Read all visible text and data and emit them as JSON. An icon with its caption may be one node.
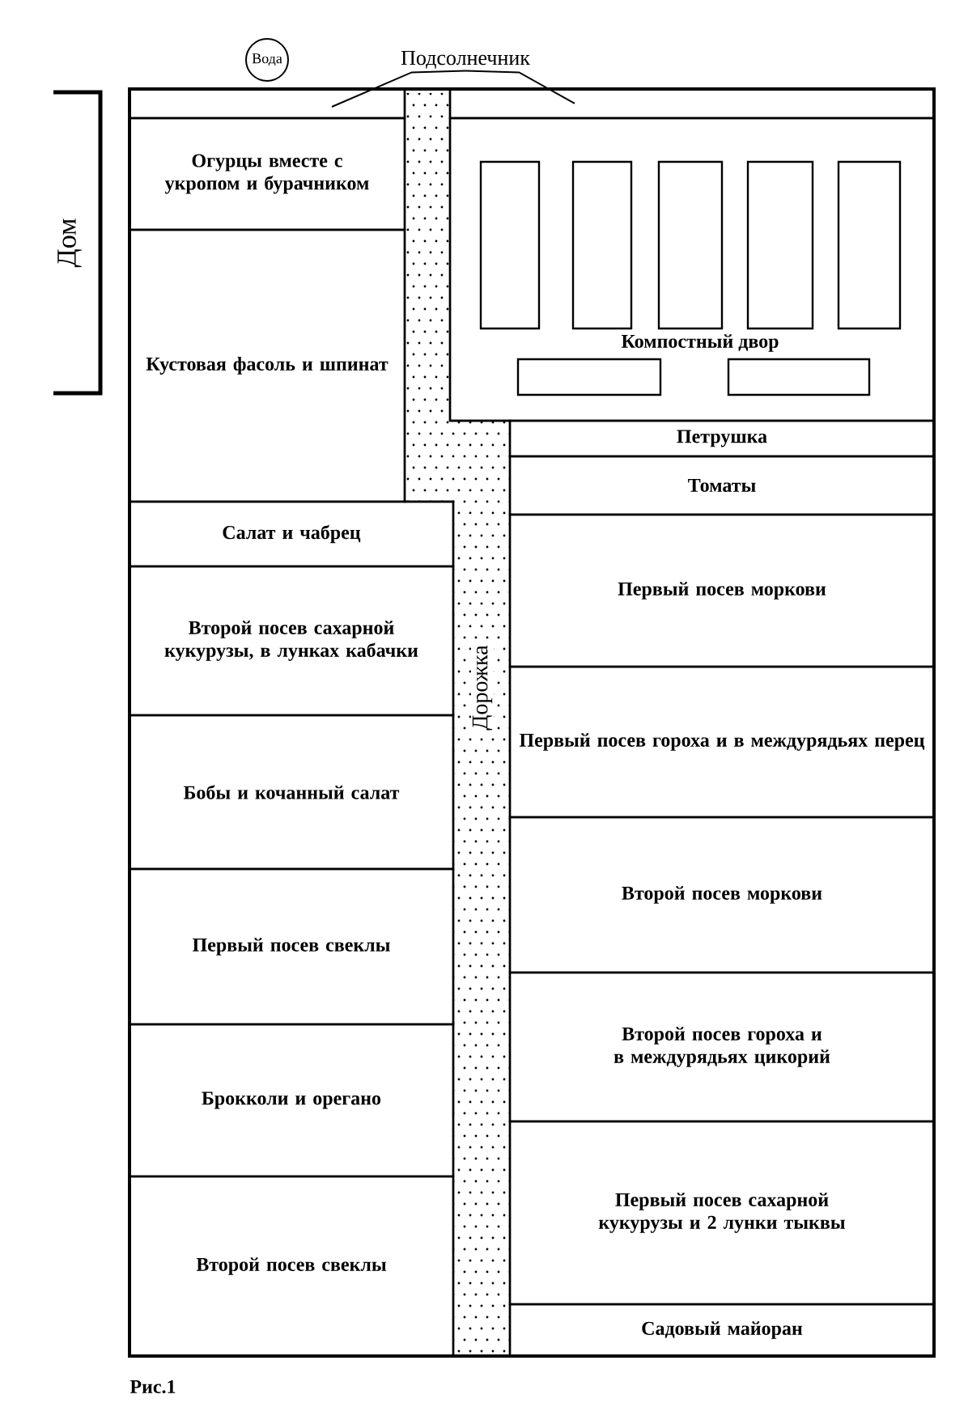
{
  "diagram": {
    "caption": "Рис.1",
    "nodes": [
      {
        "text": [
          "Вода"
        ]
      },
      {
        "text": [
          "Подсолнечник"
        ]
      },
      {
        "text": [],
        "shape": "box"
      },
      {
        "text": [],
        "shape": "box"
      },
      {
        "text": [
          "Огурцы вместе с укропом и бурачником"
        ]
      },
      {
        "text": [
          "Кустовая фасоль и шпинат"
        ]
      },
      {
        "text": [
          "Компостный двор"
        ]
      },
      {
        "text": [],
        "shape": "box",
        "in": 6
      },
      {
        "text": [],
        "shape": "box",
        "in": 6
      },
      {
        "text": [],
        "shape": "box",
        "in": 6
      },
      {
        "text": [],
        "shape": "box",
        "in": 6
      },
      {
        "text": [],
        "shape": "box",
        "in": 6
      },
      {
        "text": [],
        "shape": "box",
        "in": 6
      },
      {
        "text": [],
        "shape": "box",
        "in": 6
      },
      {
        "text": [
          "Петрушка"
        ]
      },
      {
        "text": [
          "Томаты"
        ]
      },
      {
        "text": [
          "Салат и чабрец"
        ]
      },
      {
        "text": [
          "Второй посев сахарной кукурузы, в лунках кабачки"
        ]
      },
      {
        "text": [
          "Бобы и кочанный салат"
        ]
      },
      {
        "text": [
          "Первый посев свеклы"
        ]
      },
      {
        "text": [
          "Брокколи и орегано"
        ]
      },
      {
        "text": [
          "Второй посев свеклы"
        ]
      },
      {
        "text": [
          "Первый посев моркови"
        ]
      },
      {
        "text": [
          "Первый посев гороха и в междурядьях перец"
        ]
      },
      {
        "text": [
          "Второй посев моркови"
        ]
      },
      {
        "text": [
          "Второй посев гороха и в междурядьях цикорий"
        ]
      },
      {
        "text": [
          "Первый посев сахарной кукурузы и 2 лунки тыквы"
        ]
      },
      {
        "text": [
          "Садовый майоран"
        ]
      },
      {
        "text": [
          "Дорожка"
        ]
      }
    ],
    "edges": [
      {
        "from": 1,
        "to": 2,
        "arrow": "none"
      },
      {
        "from": 1,
        "to": 3,
        "arrow": "none"
      }
    ],
    "labels": [
      "Дом"
    ]
  }
}
